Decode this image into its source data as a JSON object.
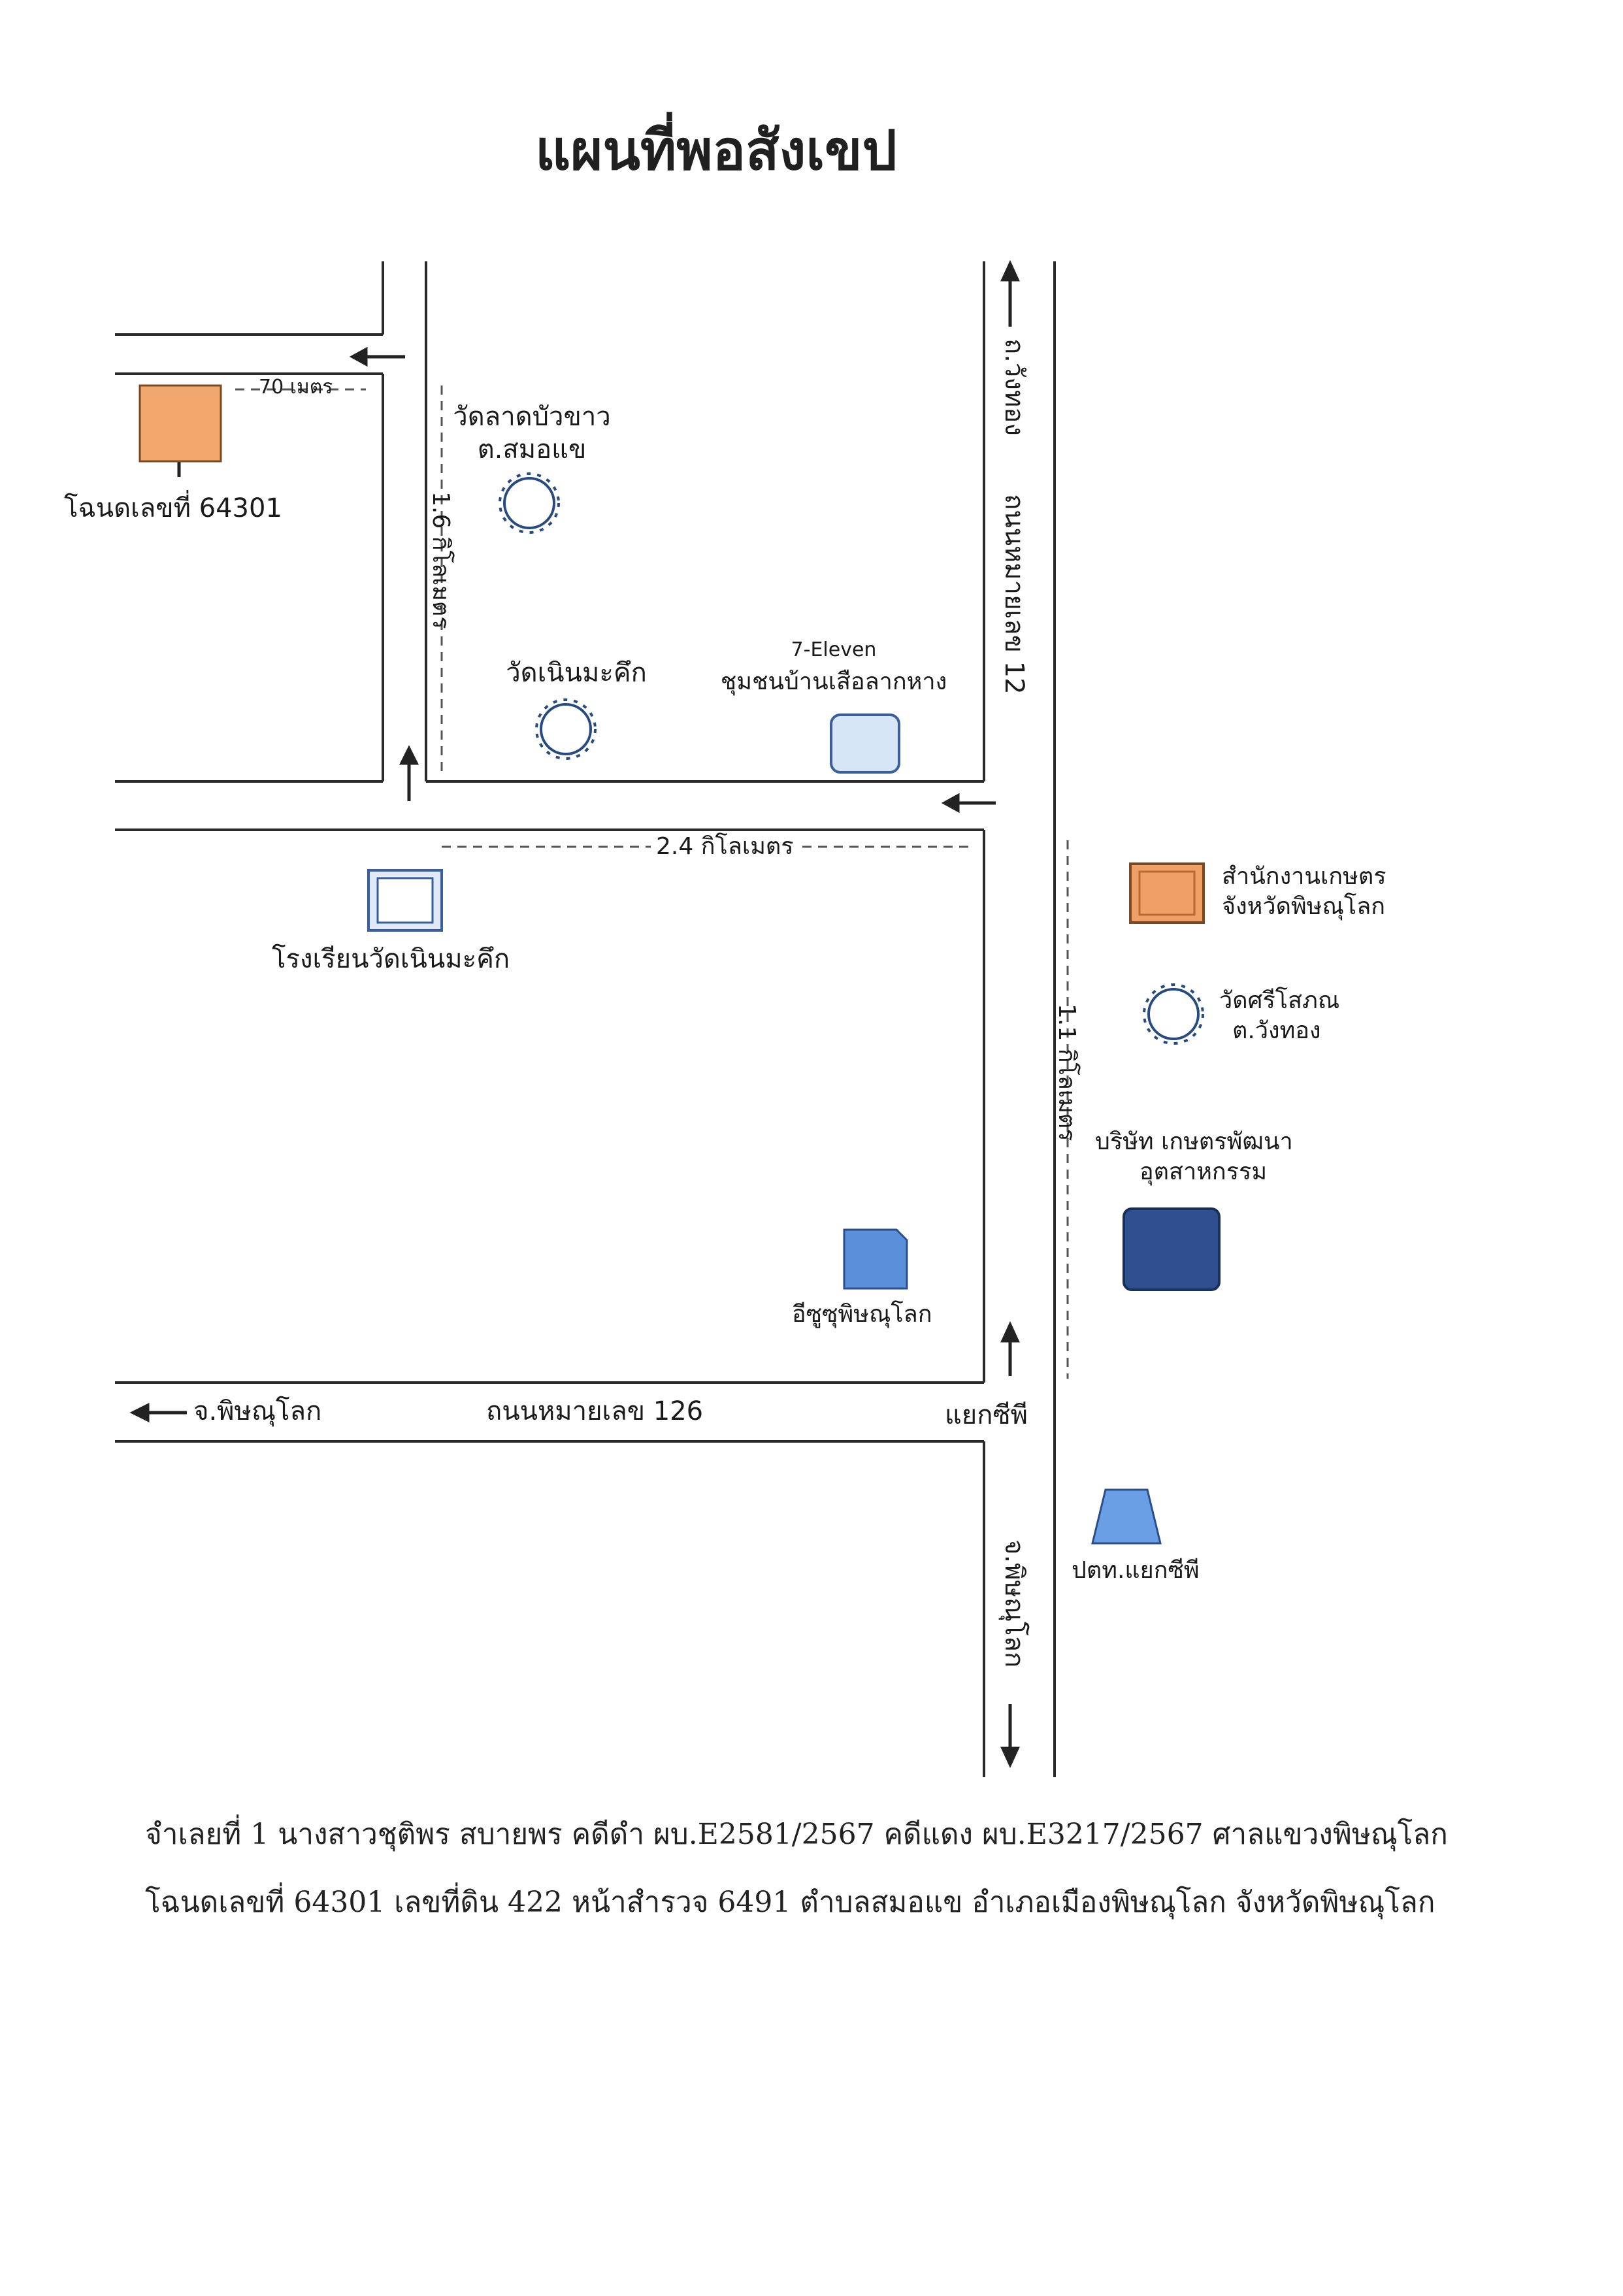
{
  "title": "แผนที่พอสังเขป",
  "roads": {
    "top_road": "ถ.วังทอง",
    "highway_12": "ถนนหมายเลข 12",
    "highway_126": "ถนนหมายเลข 126",
    "bottom_road": "จ.พิษณุโลก",
    "to_phitsanulok_left": "จ.พิษณุโลก",
    "junction": "แยกซีพี"
  },
  "distances": {
    "d70": "70 เมตร",
    "d16": "1.6 กิโลเมตร",
    "d24": "2.4 กิโลเมตร",
    "d11": "1.1 กิโลเมตร"
  },
  "landmarks": {
    "plot": "โฉนดเลขที่ 64301",
    "wat_latbuakhao": [
      "วัดลาดบัวขาว",
      "ต.สมอแข"
    ],
    "wat_noenmakuek": "วัดเนินมะคึก",
    "seven_eleven": "7-Eleven",
    "community": "ชุมชนบ้านเสือลากหาง",
    "school": "โรงเรียนวัดเนินมะคึก",
    "isuzu": "อีซูซุพิษณุโลก",
    "agri_office": [
      "สำนักงานเกษตร",
      "จังหวัดพิษณุโลก"
    ],
    "wat_sirisophon": [
      "วัดศรีโสภณ",
      "ต.วังทอง"
    ],
    "company": [
      "บริษัท เกษตรพัฒนา",
      "อุตสาหกรรม"
    ],
    "pea": "ปตท.แยกซีพี"
  },
  "footer": {
    "line1": "จำเลยที่ 1 นางสาวชุติพร สบายพร คดีดำ ผบ.E2581/2567 คดีแดง ผบ.E3217/2567 ศาลแขวงพิษณุโลก",
    "line2": "โฉนดเลขที่ 64301 เลขที่ดิน 422 หน้าสำรวจ 6491 ตำบลสมอแข อำเภอเมืองพิษณุโลก จังหวัดพิษณุโลก"
  },
  "colors": {
    "plot_fill": "#f2a86c",
    "agri_fill": "#f0a064",
    "isuzu_fill": "#5b8fd9",
    "company_fill": "#2f4f8f",
    "pea_fill": "#6a9fe6",
    "school_fill": "#dfe9f7",
    "seven_fill": "#d7e6f6",
    "road_line": "#2a2a2a"
  }
}
